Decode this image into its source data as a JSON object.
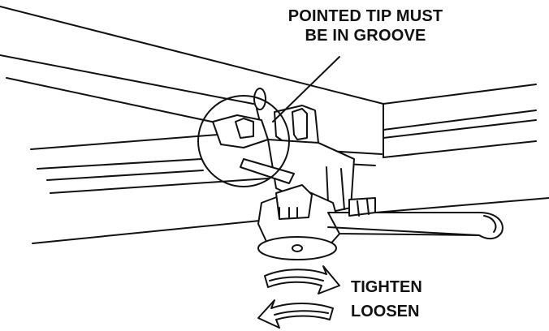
{
  "callout": {
    "line1": "POINTED TIP MUST",
    "line2": "BE IN GROOVE"
  },
  "rotation": {
    "tighten": "TIGHTEN",
    "loosen": "LOOSEN"
  },
  "colors": {
    "ink": "#111111",
    "fill": "#ffffff"
  }
}
